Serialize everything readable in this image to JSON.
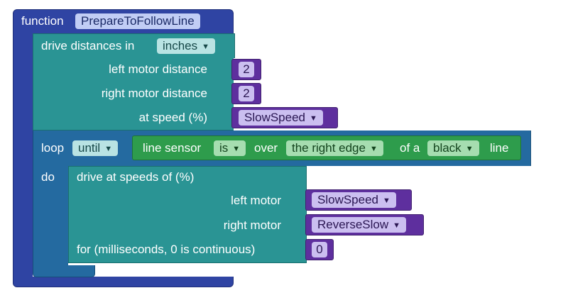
{
  "function_block": {
    "keyword": "function",
    "name": "PrepareToFollowLine"
  },
  "drive_distances": {
    "label": "drive distances in",
    "unit": "inches",
    "left_label": "left motor distance",
    "left_value": "2",
    "right_label": "right motor distance",
    "right_value": "2",
    "speed_label": "at speed (%)",
    "speed_value": "SlowSpeed"
  },
  "loop": {
    "keyword": "loop",
    "mode": "until",
    "do_label": "do",
    "condition": {
      "sensor_label": "line sensor",
      "is": "is",
      "over": "over",
      "edge": "the right edge",
      "of_a": "of a",
      "color": "black",
      "line": "line"
    }
  },
  "drive_speeds": {
    "label": "drive at speeds of (%)",
    "left_label": "left motor",
    "left_value": "SlowSpeed",
    "right_label": "right motor",
    "right_value": "ReverseSlow",
    "for_label": "for (milliseconds, 0 is continuous)",
    "for_value": "0"
  },
  "colors": {
    "function": "#2f44a3",
    "drive": "#2a9494",
    "loop": "#246aa0",
    "sensor": "#2e9c4c",
    "value": "#5e2f9e"
  }
}
